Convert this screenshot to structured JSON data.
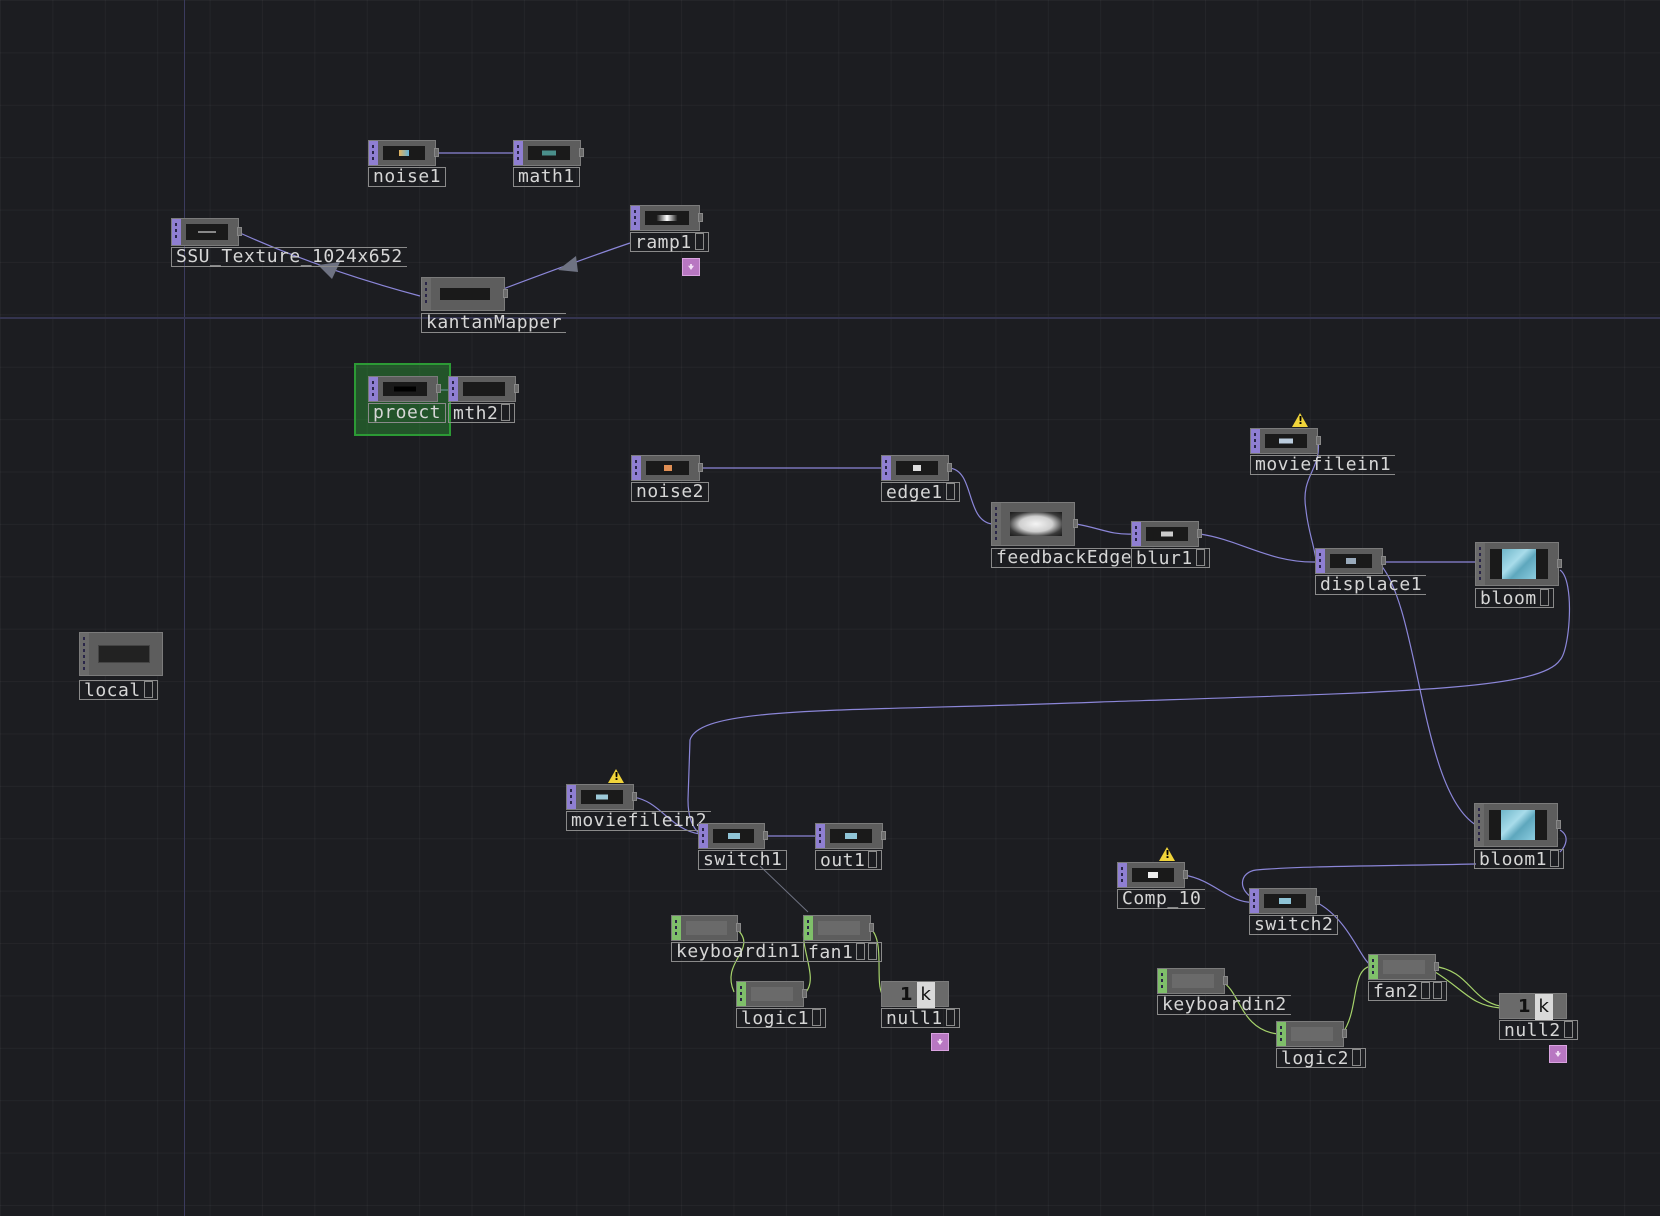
{
  "editor": {
    "background": "#1c1d21",
    "wire_color": "#8b86d8",
    "chop_wire_color": "#a6d36b",
    "selection_color": "#2c9a35"
  },
  "nodes": {
    "noise1": {
      "label": "noise1",
      "family": "TOP",
      "icon": "noise-thumbnail"
    },
    "math1": {
      "label": "math1",
      "family": "TOP"
    },
    "ssu_texture": {
      "label": "SSU_Texture_1024x652",
      "family": "TOP"
    },
    "ramp1": {
      "label": "ramp1",
      "family": "TOP"
    },
    "kantanmapper": {
      "label": "kantanMapper",
      "family": "COMP"
    },
    "proect": {
      "label": "proect",
      "family": "TOP",
      "selected": true
    },
    "mth2": {
      "label": "mth2",
      "family": "TOP"
    },
    "noise2": {
      "label": "noise2",
      "family": "TOP"
    },
    "edge1": {
      "label": "edge1",
      "family": "TOP"
    },
    "feedbackedge": {
      "label": "feedbackEdge",
      "family": "COMP"
    },
    "blur1": {
      "label": "blur1",
      "family": "TOP"
    },
    "moviefilein1": {
      "label": "moviefilein1",
      "family": "TOP",
      "warning": true
    },
    "displace1": {
      "label": "displace1",
      "family": "TOP"
    },
    "bloom": {
      "label": "bloom",
      "family": "COMP"
    },
    "local": {
      "label": "local",
      "family": "COMP"
    },
    "moviefilein2": {
      "label": "moviefilein2",
      "family": "TOP",
      "warning": true
    },
    "switch1": {
      "label": "switch1",
      "family": "TOP"
    },
    "out1": {
      "label": "out1",
      "family": "TOP"
    },
    "keyboardin1": {
      "label": "keyboardin1",
      "family": "CHOP"
    },
    "fan1": {
      "label": "fan1",
      "family": "CHOP"
    },
    "logic1": {
      "label": "logic1",
      "family": "CHOP"
    },
    "null1": {
      "label": "null1",
      "family": "CHOP",
      "value_display": "1",
      "value_unit": "k"
    },
    "bloom1": {
      "label": "bloom1",
      "family": "COMP"
    },
    "comp10": {
      "label": "Comp_10",
      "family": "TOP",
      "warning": true
    },
    "switch2": {
      "label": "switch2",
      "family": "TOP"
    },
    "keyboardin2": {
      "label": "keyboardin2",
      "family": "CHOP"
    },
    "fan2": {
      "label": "fan2",
      "family": "CHOP"
    },
    "logic2": {
      "label": "logic2",
      "family": "CHOP"
    },
    "null2": {
      "label": "null2",
      "family": "CHOP",
      "value_display": "1",
      "value_unit": "k"
    }
  }
}
